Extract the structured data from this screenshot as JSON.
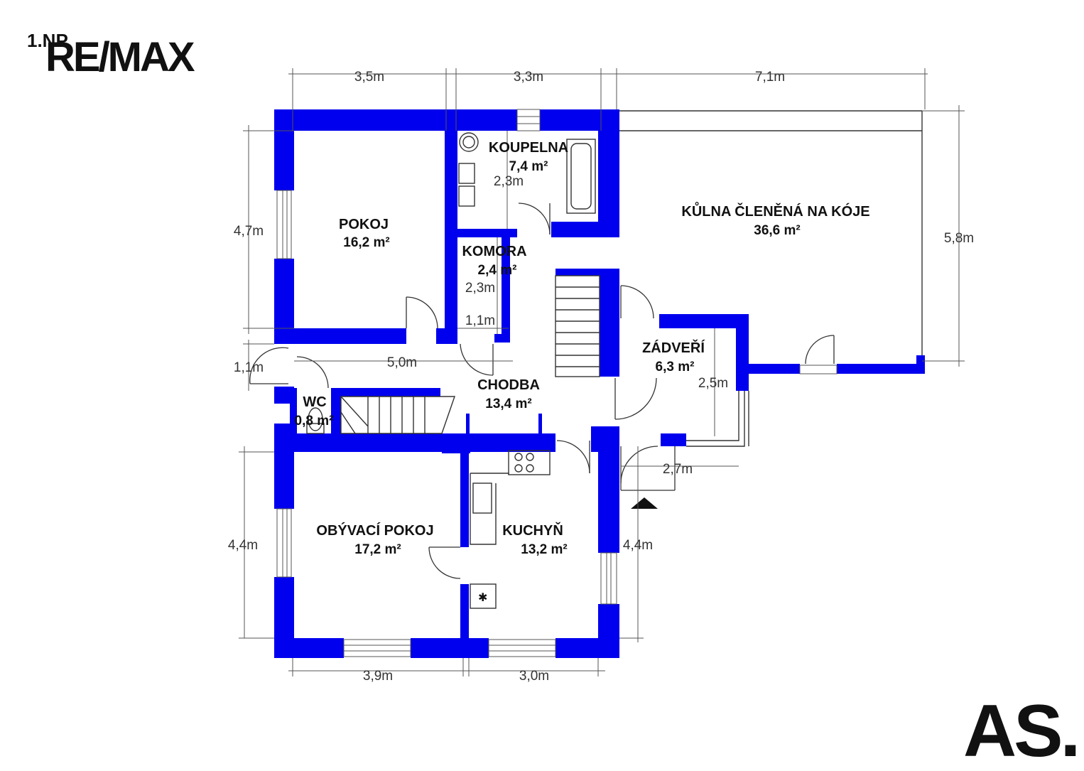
{
  "floor_label": "1.NP",
  "logos": {
    "remax": "RE/MAX",
    "corner": "AS."
  },
  "colors": {
    "wall": "#0000ee",
    "background": "#ffffff"
  },
  "rooms": {
    "pokoj": {
      "name": "POKOJ",
      "area": "16,2 m²"
    },
    "koupelna": {
      "name": "KOUPELNA",
      "area": "7,4 m²"
    },
    "kulna": {
      "name": "KŮLNA ČLENĚNÁ NA KÓJE",
      "area": "36,6 m²"
    },
    "komora": {
      "name": "KOMORA",
      "area": "2,4 m²"
    },
    "zadveri": {
      "name": "ZÁDVEŘÍ",
      "area": "6,3 m²"
    },
    "chodba": {
      "name": "CHODBA",
      "area": "13,4 m²"
    },
    "wc": {
      "name": "WC",
      "area": "0,8 m²"
    },
    "obyvaci": {
      "name": "OBÝVACÍ POKOJ",
      "area": "17,2 m²"
    },
    "kuchyn": {
      "name": "KUCHYŇ",
      "area": "13,2 m²"
    }
  },
  "dimensions": {
    "top_left": "3,5m",
    "top_mid": "3,3m",
    "top_right": "7,1m",
    "left_pokoj": "4,7m",
    "right_kulna": "5,8m",
    "koupelna_inner": "2,3m",
    "komora_inner": "2,3m",
    "komora_width": "1,1m",
    "left_entry": "1,1m",
    "chodba_len": "5,0m",
    "zadveri_h": "2,5m",
    "zadveri_w": "2,7m",
    "left_obyvaci": "4,4m",
    "right_kuchyn": "4,4m",
    "bottom_left": "3,9m",
    "bottom_right": "3,0m"
  }
}
